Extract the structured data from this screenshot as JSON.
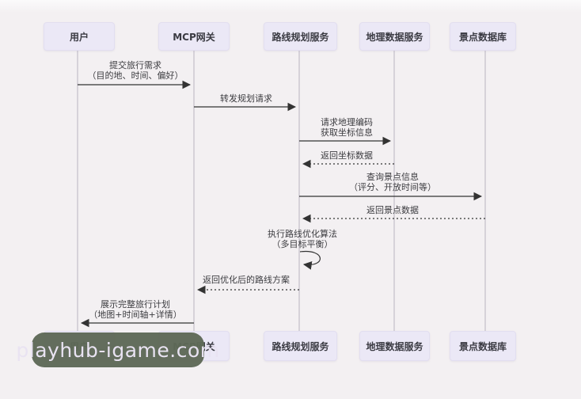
{
  "diagram": {
    "actors": [
      {
        "id": "user",
        "label": "用户"
      },
      {
        "id": "mcp-gateway",
        "label": "MCP网关"
      },
      {
        "id": "route-planning-service",
        "label": "路线规划服务"
      },
      {
        "id": "geo-data-service",
        "label": "地理数据服务"
      },
      {
        "id": "poi-database",
        "label": "景点数据库"
      }
    ],
    "messages": [
      {
        "from": "用户",
        "to": "MCP网关",
        "style": "solid",
        "label": "提交旅行需求",
        "sublabel": "（目的地、时间、偏好）"
      },
      {
        "from": "MCP网关",
        "to": "路线规划服务",
        "style": "solid",
        "label": "转发规划请求",
        "sublabel": ""
      },
      {
        "from": "路线规划服务",
        "to": "地理数据服务",
        "style": "solid",
        "label": "请求地理编码",
        "sublabel": "获取坐标信息"
      },
      {
        "from": "地理数据服务",
        "to": "路线规划服务",
        "style": "dashed",
        "label": "返回坐标数据",
        "sublabel": ""
      },
      {
        "from": "路线规划服务",
        "to": "景点数据库",
        "style": "solid",
        "label": "查询景点信息",
        "sublabel": "（评分、开放时间等）"
      },
      {
        "from": "景点数据库",
        "to": "路线规划服务",
        "style": "dashed",
        "label": "返回景点数据",
        "sublabel": ""
      },
      {
        "from": "路线规划服务",
        "to": "路线规划服务",
        "style": "self-loop",
        "label": "执行路线优化算法",
        "sublabel": "（多目标平衡）"
      },
      {
        "from": "路线规划服务",
        "to": "MCP网关",
        "style": "dashed",
        "label": "返回优化后的路线方案",
        "sublabel": ""
      },
      {
        "from": "MCP网关",
        "to": "用户",
        "style": "solid",
        "label": "展示完整旅行计划",
        "sublabel": "（地图+时间轴+详情）"
      }
    ]
  },
  "watermark": {
    "text": "playhub-igame.com"
  },
  "colors": {
    "background": "#f3f0f2",
    "actor_fill": "#ebe8f6",
    "actor_border": "#e2def0",
    "lifeline": "#b9b5c0",
    "arrow": "#333333",
    "watermark_bg": "#5e6957",
    "watermark_text": "#e9e3f2"
  }
}
